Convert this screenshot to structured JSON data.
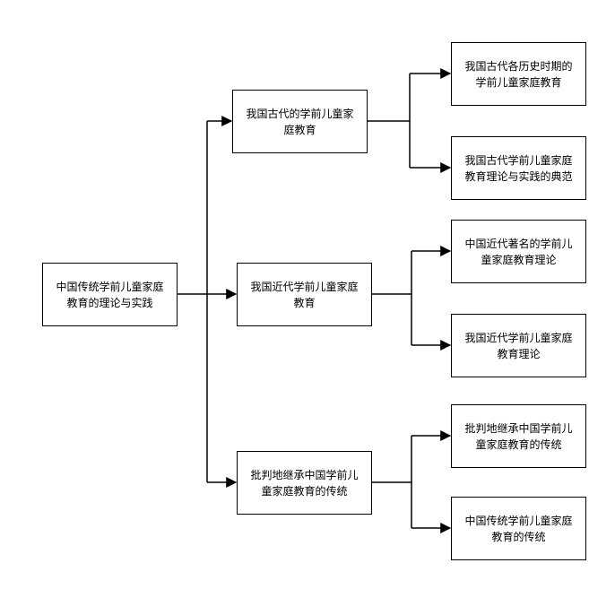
{
  "root": {
    "line1": "中国传统学前儿童家庭",
    "line2": "教育的理论与实践"
  },
  "branches": [
    {
      "line1": "我国古代的学前儿童家",
      "line2": "庭教育",
      "children": [
        {
          "line1": "我国古代各历史时期的",
          "line2": "学前儿童家庭教育"
        },
        {
          "line1": "我国古代学前儿童家庭",
          "line2": "教育理论与实践的典范"
        }
      ]
    },
    {
      "line1": "我国近代学前儿童家庭",
      "line2": "教育",
      "children": [
        {
          "line1": "中国近代著名的学前儿",
          "line2": "童家庭教育理论"
        },
        {
          "line1": "我国近代学前儿童家庭",
          "line2": "教育理论"
        }
      ]
    },
    {
      "line1": "批判地继承中国学前儿",
      "line2": "童家庭教育的传统",
      "children": [
        {
          "line1": "批判地继承中国学前儿",
          "line2": "童家庭教育的传统"
        },
        {
          "line1": "中国传统学前儿童家庭",
          "line2": "教育的传统"
        }
      ]
    }
  ]
}
